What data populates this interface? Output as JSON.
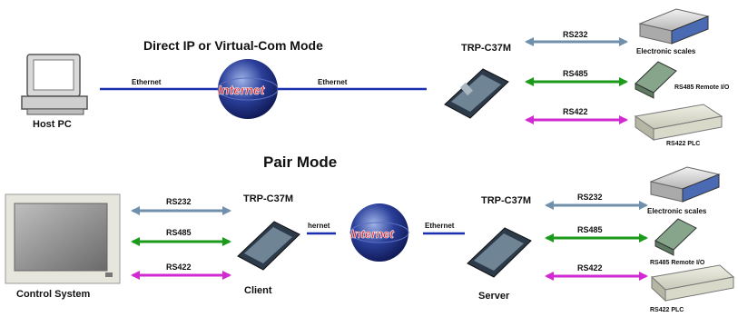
{
  "top": {
    "title": "Direct IP or Virtual-Com Mode",
    "host_label": "Host PC",
    "ethernet_left": "Ethernet",
    "ethernet_right": "Ethernet",
    "internet_text": "Internet",
    "device_label": "TRP-C37M",
    "rs232": "RS232",
    "rs485": "RS485",
    "rs422": "RS422",
    "scales_label": "Electronic scales",
    "remote_io_label": "RS485 Remote I/O",
    "plc_label": "RS422 PLC"
  },
  "bottom": {
    "title": "Pair Mode",
    "control_label": "Control System",
    "rs232": "RS232",
    "rs485": "RS485",
    "rs422": "RS422",
    "client_device_label": "TRP-C37M",
    "client_label": "Client",
    "ethernet_left": "hernet",
    "internet_text": "Internet",
    "ethernet_right": "Ethernet",
    "server_device_label": "TRP-C37M",
    "server_label": "Server",
    "rs232_r": "RS232",
    "rs485_r": "RS485",
    "rs422_r": "RS422",
    "scales_label": "Electronic scales",
    "remote_io_label": "RS485 Remote I/O",
    "plc_label": "RS422 PLC"
  },
  "colors": {
    "rs232": "#6f8faa",
    "rs485": "#1b9a1b",
    "rs422": "#d12ad1",
    "ethernet": "#1a2fb0"
  }
}
